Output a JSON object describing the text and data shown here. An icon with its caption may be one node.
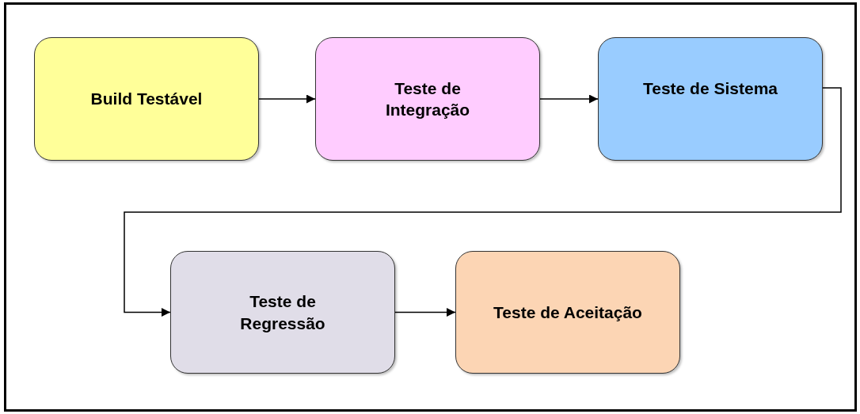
{
  "diagram": {
    "nodes": [
      {
        "text": [
          "Build Testável"
        ]
      },
      {
        "text": [
          "Teste de Integração"
        ]
      },
      {
        "text": [
          "Teste de Sistema"
        ]
      },
      {
        "text": [
          "Teste de Regressão"
        ]
      },
      {
        "text": [
          "Teste de Aceitação"
        ]
      }
    ],
    "edges": [
      {
        "from": 0,
        "to": 1,
        "arrow": "to"
      },
      {
        "from": 1,
        "to": 2,
        "arrow": "to"
      },
      {
        "from": 2,
        "to": 3,
        "arrow": "to"
      },
      {
        "from": 3,
        "to": 4,
        "arrow": "to"
      }
    ]
  }
}
